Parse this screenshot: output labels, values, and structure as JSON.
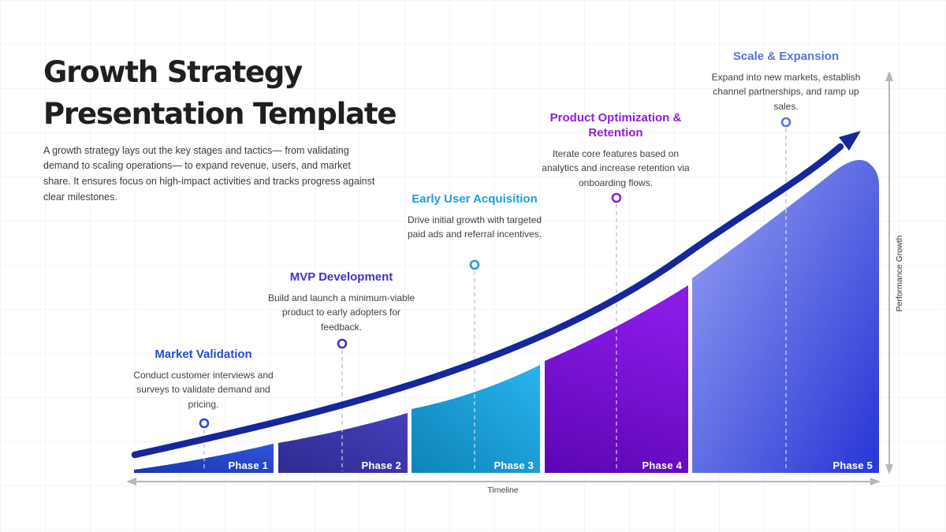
{
  "slide": {
    "title": "Growth Strategy Presentation Template",
    "intro": "A growth strategy lays out the key stages and tactics— from validating demand to scaling operations— to expand revenue, users, and market share. It ensures focus on high-impact activities and tracks progress against clear milestones."
  },
  "milestones": [
    {
      "title": "Market Validation",
      "description": "Conduct customer interviews and surveys to validate demand and pricing.",
      "color": "#2a4ace"
    },
    {
      "title": "MVP Development",
      "description": "Build and launch a minimum-viable product to early adopters for feedback.",
      "color": "#3f33c8"
    },
    {
      "title": "Early User Acquisition",
      "description": "Drive initial growth with targeted paid ads and referral incentives.",
      "color": "#1d9de2"
    },
    {
      "title": "Product Optimization & Retention",
      "description": "Iterate core features based on analytics and increase retention via onboarding flows.",
      "color": "#8e1fd6"
    },
    {
      "title": "Scale & Expansion",
      "description": "Expand into new markets, establish channel partnerships, and ramp up sales.",
      "color": "#5a73dc"
    }
  ],
  "phases": [
    {
      "label": "Phase 1",
      "colors": [
        "#1c35ac",
        "#2f54e0"
      ]
    },
    {
      "label": "Phase 2",
      "colors": [
        "#2f2b90",
        "#463fbc"
      ]
    },
    {
      "label": "Phase 3",
      "colors": [
        "#0d84b8",
        "#2ab3ee"
      ]
    },
    {
      "label": "Phase 4",
      "colors": [
        "#5c06b4",
        "#8a1ae6"
      ]
    },
    {
      "label": "Phase 5",
      "colors": [
        "#96a2f2",
        "#2c3ad7"
      ]
    }
  ],
  "axes": {
    "x_label": "Timeline",
    "y_label": "Performance Growth",
    "color": "#b4b6bd"
  },
  "curve": {
    "color": "#16279b"
  },
  "chart_data": {
    "type": "area",
    "title": "Growth Strategy Presentation Template",
    "xlabel": "Timeline",
    "ylabel": "Performance Growth",
    "categories": [
      "Phase 1",
      "Phase 2",
      "Phase 3",
      "Phase 4",
      "Phase 5"
    ],
    "series": [
      {
        "name": "phase-segment-height-pct-start-end",
        "values": [
          [
            1,
            7
          ],
          [
            7,
            15
          ],
          [
            16,
            27
          ],
          [
            28,
            47
          ],
          [
            49,
            79
          ]
        ]
      },
      {
        "name": "growth-trend-curve-pct",
        "x": [
          0,
          1,
          2,
          3,
          4,
          5
        ],
        "values": [
          5,
          15,
          24,
          36,
          55,
          85
        ]
      }
    ],
    "annotations": [
      "Market Validation",
      "MVP Development",
      "Early User Acquisition",
      "Product Optimization & Retention",
      "Scale & Expansion"
    ],
    "ylim": [
      0,
      100
    ],
    "grid": "faint background grid",
    "legend": "none"
  }
}
